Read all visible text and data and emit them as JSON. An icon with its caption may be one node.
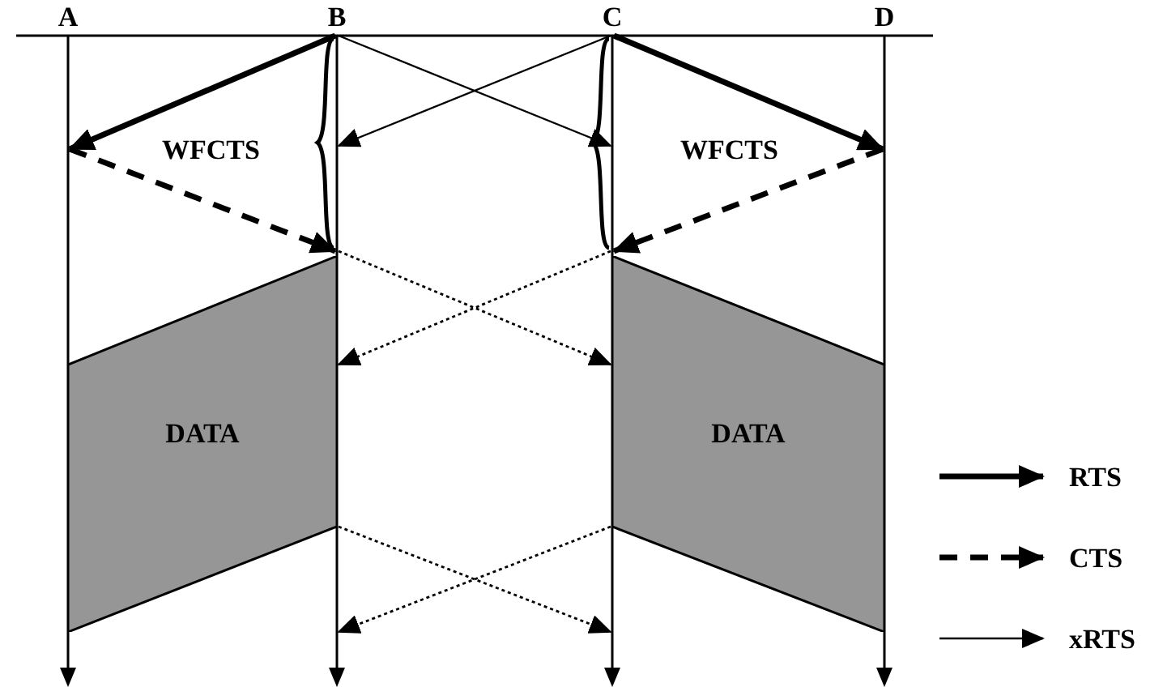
{
  "diagram": {
    "nodes": [
      {
        "text": [
          "A"
        ]
      },
      {
        "text": [
          "B"
        ]
      },
      {
        "text": [
          "C"
        ]
      },
      {
        "text": [
          "D"
        ]
      },
      {
        "text": [
          "DATA"
        ]
      },
      {
        "text": [
          "DATA"
        ]
      }
    ],
    "edges": [
      {
        "from": 1,
        "to": 0,
        "arrow": "to",
        "style": "thick"
      },
      {
        "from": 0,
        "to": 1,
        "arrow": "to",
        "style": "dashed"
      },
      {
        "from": 1,
        "to": 2,
        "arrow": "to"
      },
      {
        "from": 2,
        "to": 1,
        "arrow": "to"
      },
      {
        "from": 2,
        "to": 3,
        "arrow": "to",
        "style": "thick"
      },
      {
        "from": 3,
        "to": 2,
        "arrow": "to",
        "style": "dashed"
      },
      {
        "from": 1,
        "to": 2,
        "arrow": "to",
        "style": "dashed"
      },
      {
        "from": 2,
        "to": 1,
        "arrow": "to",
        "style": "dashed"
      },
      {
        "from": 1,
        "to": 2,
        "arrow": "to",
        "style": "dashed"
      },
      {
        "from": 2,
        "to": 1,
        "arrow": "to",
        "style": "dashed"
      }
    ],
    "labels": [
      "WFCTS",
      "WFCTS"
    ],
    "legend": [
      {
        "text": "RTS"
      },
      {
        "text": "CTS"
      },
      {
        "text": "xRTS"
      }
    ]
  }
}
